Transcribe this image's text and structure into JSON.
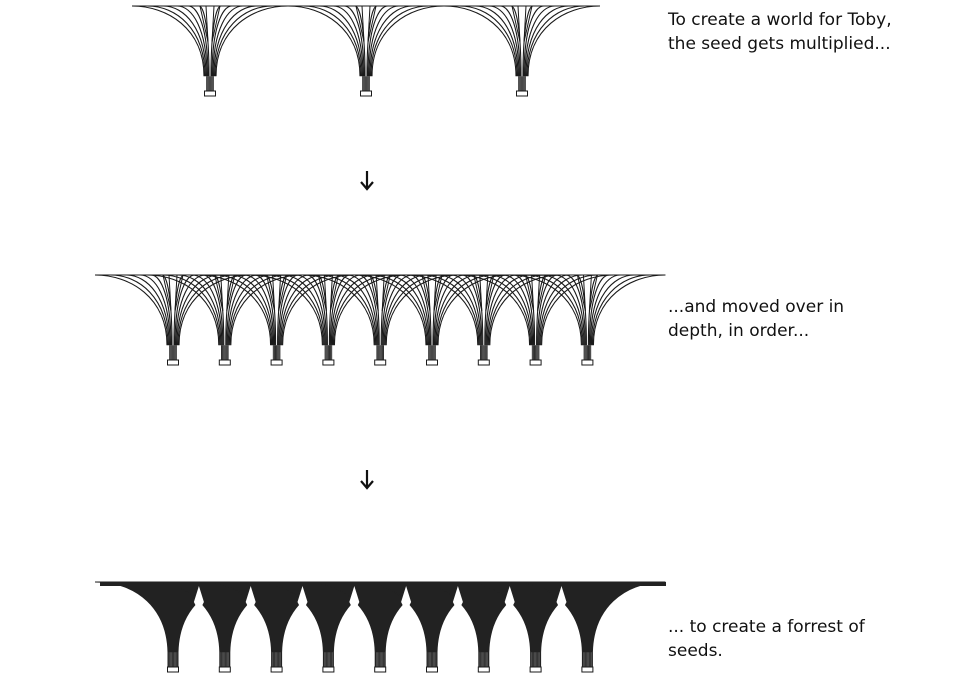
{
  "captions": [
    {
      "lines": [
        "To create a world for Toby,",
        "the seed gets multiplied..."
      ]
    },
    {
      "lines": [
        "...and moved over in",
        "depth, in order..."
      ]
    },
    {
      "lines": [
        "... to create a forrest of",
        "seeds."
      ]
    }
  ],
  "stages": [
    {
      "name": "multiplied",
      "seed_count": 3,
      "style": "outline"
    },
    {
      "name": "moved-in-depth",
      "seed_count": 9,
      "style": "outline"
    },
    {
      "name": "forest",
      "seed_count": 9,
      "style": "filled"
    }
  ],
  "icons": [
    "down-arrow-icon",
    "down-arrow-icon"
  ],
  "colors": {
    "stroke": "#1a1a1a",
    "fill": "#222222",
    "background": "#ffffff"
  }
}
